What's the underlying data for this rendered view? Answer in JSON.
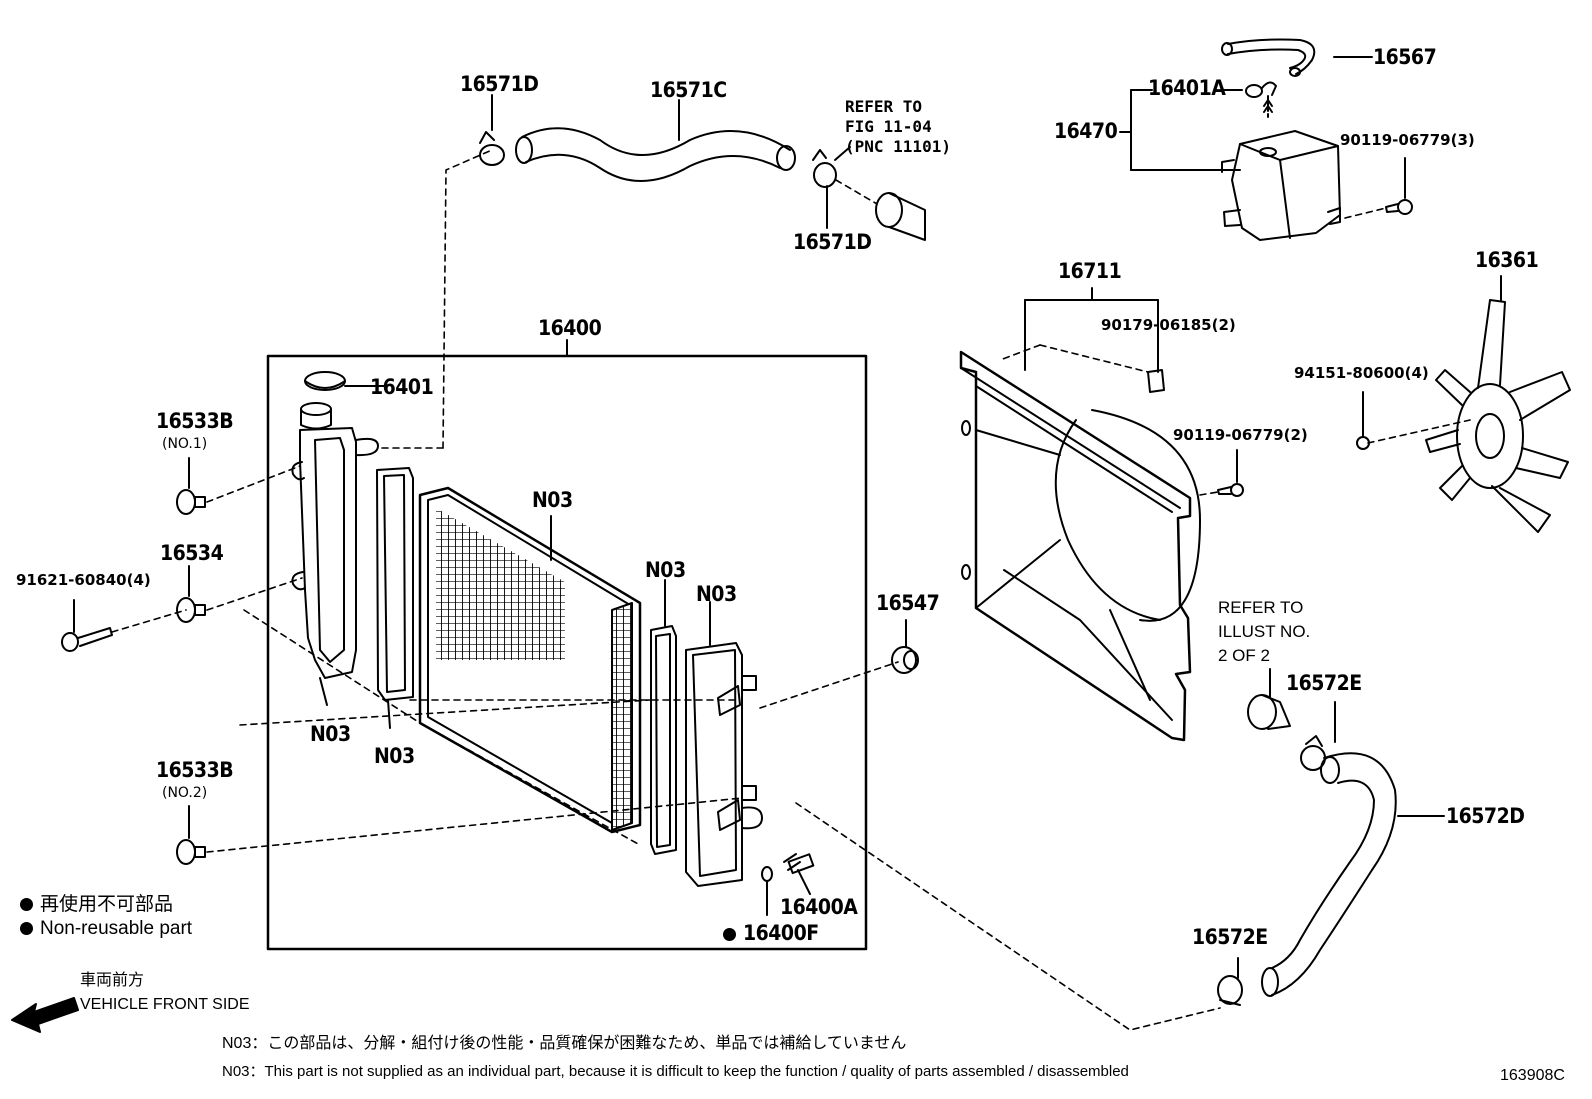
{
  "parts": {
    "p16571d_top": "16571D",
    "p16571c": "16571C",
    "p16571d_bottom": "16571D",
    "p16567": "16567",
    "p16401a": "16401A",
    "p16470": "16470",
    "p90119_3": "90119-06779(3)",
    "p16711": "16711",
    "p16361": "16361",
    "p90179": "90179-06185(2)",
    "p94151": "94151-80600(4)",
    "p90119_2": "90119-06779(2)",
    "p16400": "16400",
    "p16401": "16401",
    "p16533b_1": "16533B",
    "p16533b_1_sub": "(NO.1)",
    "p16534": "16534",
    "p91621": "91621-60840(4)",
    "n03_core": "N03",
    "n03_mid": "N03",
    "n03_right": "N03",
    "n03_left": "N03",
    "n03_seal": "N03",
    "p16547": "16547",
    "p16533b_2": "16533B",
    "p16533b_2_sub": "(NO.2)",
    "p16400a": "16400A",
    "p16400f": "16400F",
    "p16572e_top": "16572E",
    "p16572d": "16572D",
    "p16572e_bottom": "16572E"
  },
  "refs": {
    "fig": "REFER TO\nFIG 11-04\n(PNC 11101)",
    "illust": "REFER TO\nILLUST NO.\n2 OF 2"
  },
  "legend": {
    "ja": "再使用不可部品",
    "en": "Non-reusable part"
  },
  "front": {
    "ja": "車両前方",
    "en": "VEHICLE FRONT SIDE"
  },
  "notes": {
    "ja": "N03：この部品は、分解・組付け後の性能・品質確保が困難なため、単品では補給していません",
    "en": "N03：This part is not supplied as an individual part, because it is difficult to keep the function / quality of parts assembled / disassembled"
  },
  "figure_id": "163908C"
}
